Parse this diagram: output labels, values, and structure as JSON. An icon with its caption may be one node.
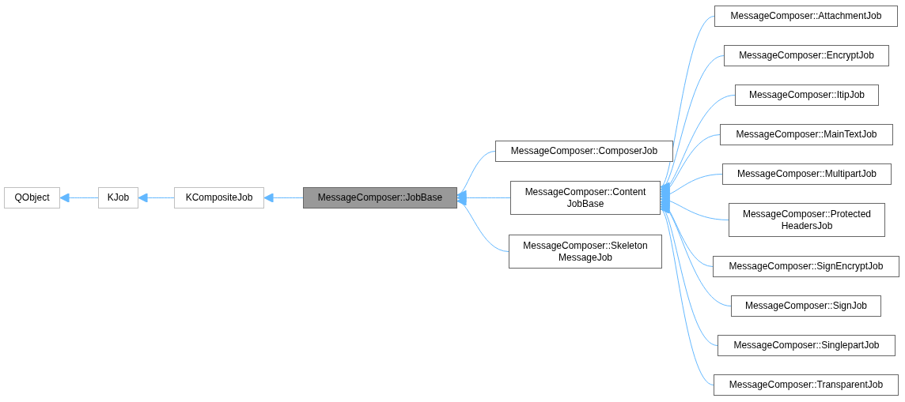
{
  "diagram": {
    "nodes": [
      {
        "text": [
          "QObject"
        ]
      },
      {
        "text": [
          "KJob"
        ]
      },
      {
        "text": [
          "KCompositeJob"
        ]
      },
      {
        "text": [
          "MessageComposer::JobBase"
        ]
      },
      {
        "text": [
          "MessageComposer::ComposerJob"
        ]
      },
      {
        "text": [
          "MessageComposer::Content JobBase"
        ]
      },
      {
        "text": [
          "MessageComposer::Skeleton MessageJob"
        ]
      },
      {
        "text": [
          "MessageComposer::AttachmentJob"
        ]
      },
      {
        "text": [
          "MessageComposer::EncryptJob"
        ]
      },
      {
        "text": [
          "MessageComposer::ItipJob"
        ]
      },
      {
        "text": [
          "MessageComposer::MainTextJob"
        ]
      },
      {
        "text": [
          "MessageComposer::MultipartJob"
        ]
      },
      {
        "text": [
          "MessageComposer::Protected HeadersJob"
        ]
      },
      {
        "text": [
          "MessageComposer::SignEncryptJob"
        ]
      },
      {
        "text": [
          "MessageComposer::SignJob"
        ]
      },
      {
        "text": [
          "MessageComposer::SinglepartJob"
        ]
      },
      {
        "text": [
          "MessageComposer::TransparentJob"
        ]
      }
    ],
    "edges": [
      {
        "from": 1,
        "to": 0,
        "arrow": "to"
      },
      {
        "from": 2,
        "to": 1,
        "arrow": "to"
      },
      {
        "from": 3,
        "to": 2,
        "arrow": "to"
      },
      {
        "from": 4,
        "to": 3,
        "arrow": "to"
      },
      {
        "from": 5,
        "to": 3,
        "arrow": "to"
      },
      {
        "from": 6,
        "to": 3,
        "arrow": "to"
      },
      {
        "from": 7,
        "to": 5,
        "arrow": "to"
      },
      {
        "from": 8,
        "to": 5,
        "arrow": "to"
      },
      {
        "from": 9,
        "to": 5,
        "arrow": "to"
      },
      {
        "from": 10,
        "to": 5,
        "arrow": "to"
      },
      {
        "from": 11,
        "to": 5,
        "arrow": "to"
      },
      {
        "from": 12,
        "to": 5,
        "arrow": "to"
      },
      {
        "from": 13,
        "to": 5,
        "arrow": "to"
      },
      {
        "from": 14,
        "to": 5,
        "arrow": "to"
      },
      {
        "from": 15,
        "to": 5,
        "arrow": "to"
      },
      {
        "from": 16,
        "to": 5,
        "arrow": "to"
      }
    ]
  }
}
